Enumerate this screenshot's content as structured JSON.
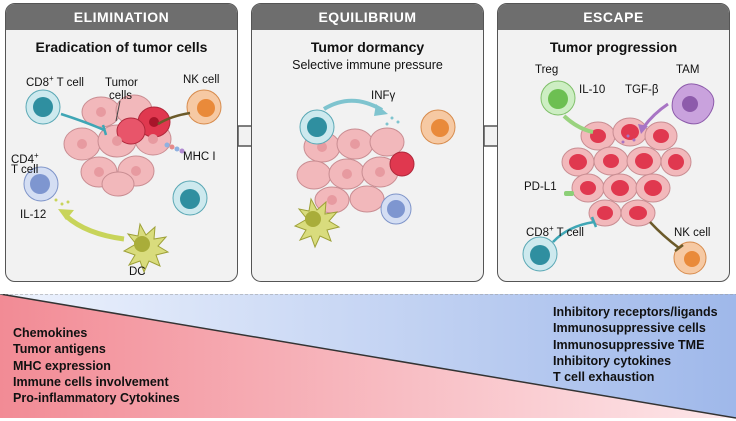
{
  "panels": [
    {
      "header": "ELIMINATION",
      "title": "Eradication of tumor cells",
      "subtitle": "",
      "labels": {
        "cd8": "CD8",
        "cd8_sup": "+",
        "cd8_rest": " T cell",
        "tumor": "Tumor",
        "cells": "cells",
        "nk": "NK cell",
        "mhc": "MHC I",
        "cd4": "CD4",
        "cd4_sup": "+",
        "tcell": "T cell",
        "il12": "IL-12",
        "dc": "DC"
      }
    },
    {
      "header": "EQUILIBRIUM",
      "title": "Tumor dormancy",
      "subtitle": "Selective immune pressure",
      "labels": {
        "infg": "INFγ"
      }
    },
    {
      "header": "ESCAPE",
      "title": "Tumor progression",
      "subtitle": "",
      "labels": {
        "treg": "Treg",
        "il10": "IL-10",
        "tgfb": "TGF-β",
        "tam": "TAM",
        "pdl1": "PD-L1",
        "cd8": "CD8",
        "cd8_sup": "+",
        "cd8_rest": " T cell",
        "nk": "NK cell"
      }
    }
  ],
  "left_factors": [
    "Chemokines",
    "Tumor antigens",
    "MHC expression",
    "Immune cells involvement",
    "Pro-inflammatory Cytokines"
  ],
  "right_factors": [
    "Inhibitory receptors/ligands",
    "Immunosuppressive cells",
    "Immunosuppressive TME",
    "Inhibitory cytokines",
    "T cell exhaustion"
  ],
  "colors": {
    "header": "#6e6e6e",
    "tumor": "#f2b8bb",
    "tumor_red": "#e0384f",
    "cd8": "#3fa6b5",
    "nk": "#e98a3a",
    "cd4": "#8aa6d6",
    "dc": "#c5c95a",
    "treg": "#8ccf77",
    "tam": "#a874c4",
    "left_wedge": "#f28b95",
    "right_wedge": "#9fb8ea"
  }
}
